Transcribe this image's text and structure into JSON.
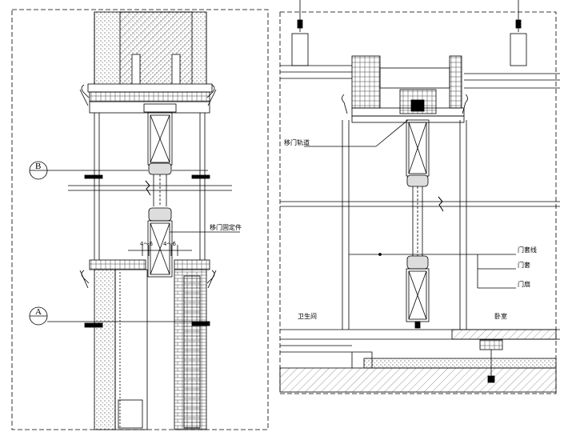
{
  "left_detail": {
    "section_markers": {
      "upper": "B",
      "lower": "A"
    },
    "callout_fixing_material": "移门固定件",
    "dimension_gap_left": "4～6",
    "dimension_gap_right": "4～6"
  },
  "right_detail": {
    "callout_door_track": "移门轨道",
    "callout_door_frame_line": "门套线",
    "callout_door_jamb": "门套",
    "callout_door_leaf": "门扇",
    "room_left": "卫生间",
    "room_right": "卧室"
  },
  "colors": {
    "line": "#000000",
    "paper": "#ffffff",
    "hatch": "#555555"
  }
}
